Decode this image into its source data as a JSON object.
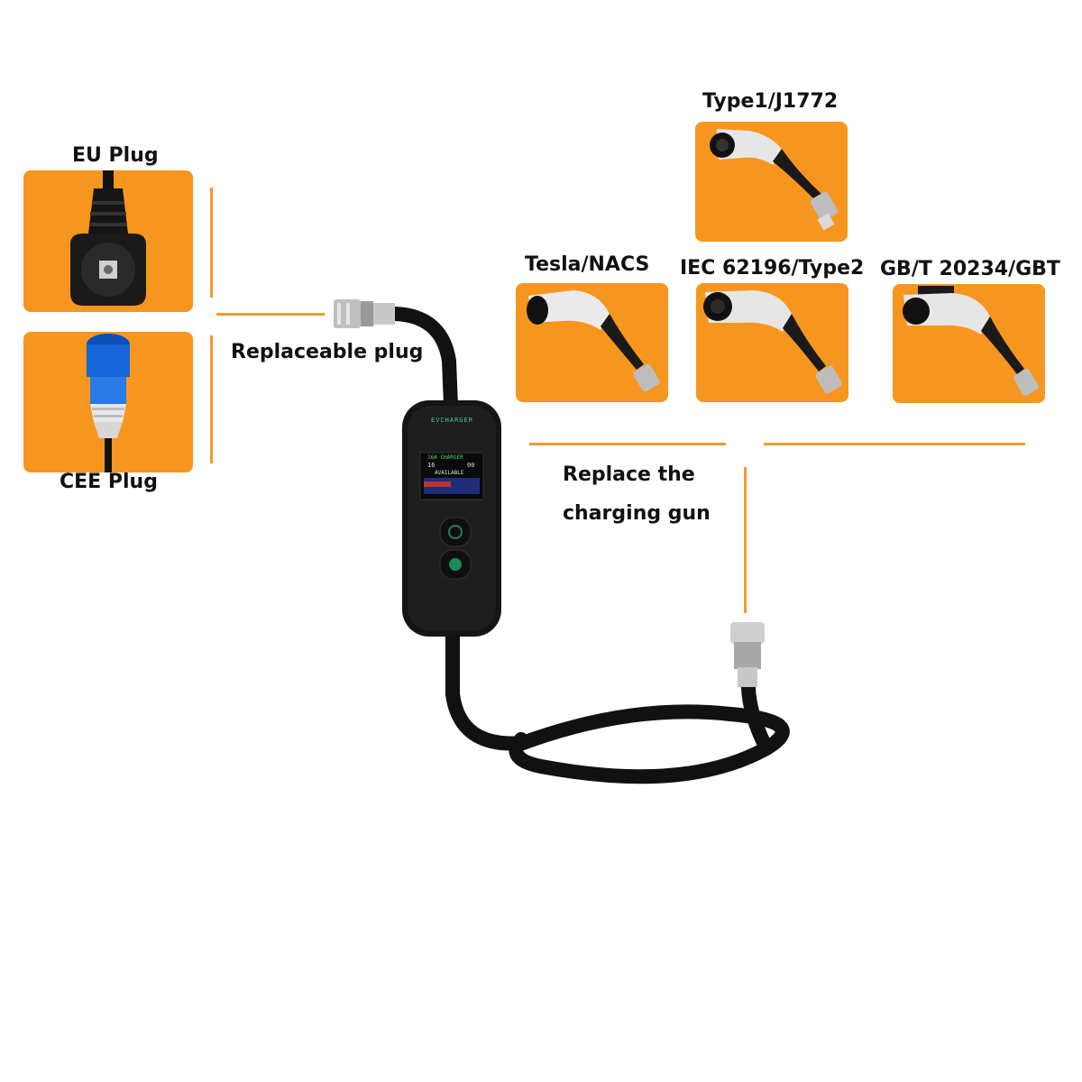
{
  "colors": {
    "card": "#F7961F",
    "accent_line": "#F29A2E",
    "text": "#111111"
  },
  "labels": {
    "eu_plug": "EU Plug",
    "cee_plug": "CEE Plug",
    "replaceable_plug": "Replaceable plug",
    "replace_gun_line1": "Replace the",
    "replace_gun_line2": "charging gun",
    "type1": "Type1/J1772",
    "tesla": "Tesla/NACS",
    "type2": "IEC 62196/Type2",
    "gbt": "GB/T 20234/GBT"
  },
  "device": {
    "brand": "EVCHARGER",
    "screen_title": "16A CHARGER",
    "value_left": "16",
    "value_right": "00",
    "status": "AVAILABLE"
  },
  "icons": {
    "eu_plug": "schuko-plug-icon",
    "cee_plug": "cee-industrial-plug-icon",
    "connector": "aviation-connector-icon",
    "charging_gun": "charging-gun-icon"
  }
}
